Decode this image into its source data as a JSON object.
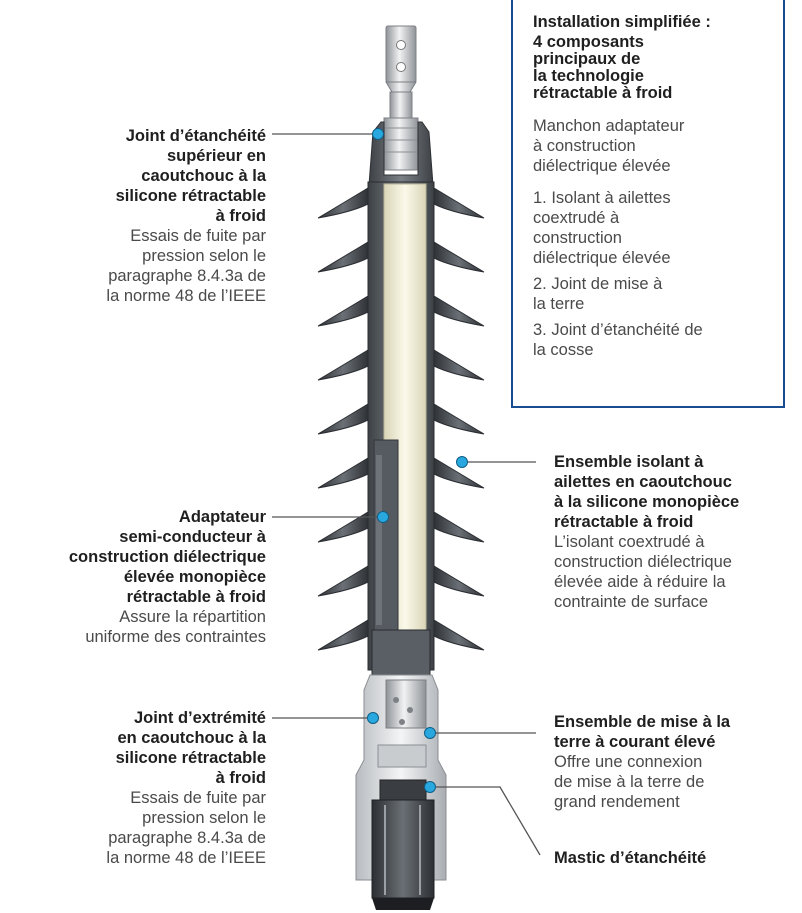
{
  "info_box": {
    "heading": "Installation simplifiée :",
    "subheading": "4 composants\nprincipaux de\nla technologie\nrétractable à froid",
    "intro": "Manchon adaptateur\nà construction\ndiélectrique élevée",
    "items": [
      "1. Isolant à ailettes\n    coextrudé à\n    construction\n    diélectrique élevée",
      "2. Joint de mise à\n    la terre",
      "3. Joint d’étanchéité de\n    la cosse"
    ]
  },
  "callouts": {
    "top_seal": {
      "title": "Joint d’étanchéité\nsupérieur en\ncaoutchouc à la\nsilicone rétractable\nà froid",
      "desc": "Essais de fuite par\npression selon le\nparagraphe 8.4.3a de\nla norme 48 de l’IEEE"
    },
    "adapter": {
      "title": "Adaptateur\nsemi-conducteur à\nconstruction diélectrique\nélevée monopièce\nrétractable à froid",
      "desc": "Assure la répartition\nuniforme des contraintes"
    },
    "end_seal": {
      "title": "Joint d’extrémité\nen caoutchouc à la\nsilicone rétractable\nà froid",
      "desc": "Essais de fuite par\npression selon le\nparagraphe 8.4.3a de\nla norme 48 de l’IEEE"
    },
    "insulator": {
      "title": "Ensemble isolant à\nailettes en caoutchouc\nà la silicone monopièce\nrétractable à froid",
      "desc": "L’isolant coextrudé à\nconstruction diélectrique\nélevée aide à réduire la\ncontrainte de surface"
    },
    "grounding": {
      "title": "Ensemble de mise à la\nterre à courant élevé",
      "desc": "Offre une connexion\nde mise à la terre de\ngrand rendement"
    },
    "mastic": {
      "title": "Mastic d’étanchéité"
    }
  },
  "colors": {
    "box_border": "#1a4d8f",
    "marker": "#29a8e0",
    "shed": "#4a4f55",
    "core": "#f2efd8",
    "leader": "#555555"
  }
}
